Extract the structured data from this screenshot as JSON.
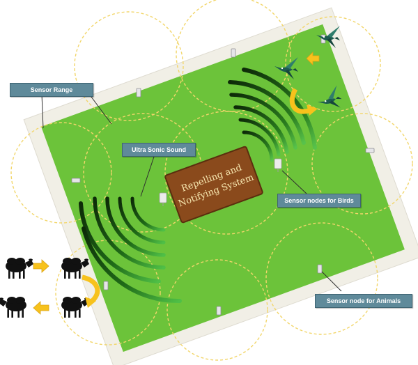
{
  "labels": {
    "sensor_range": "Sensor Range",
    "ultra_sonic_sound": "Ultra Sonic Sound",
    "system_line1": "Repelling and",
    "system_line2": "Notifying System",
    "sensor_nodes_birds": "Sensor nodes for Birds",
    "sensor_node_animals": "Sensor node for Animals"
  },
  "colors": {
    "field_green": "#6cc33a",
    "field_border": "#f1efe6",
    "sensor_range_circle": "#f2d66a",
    "callout_bg": "#5f8a9a",
    "system_box": "#8a4a1c",
    "wave_dark": "#0d2a08",
    "wave_light": "#42ad3e",
    "arrow_fill": "#f7c21c"
  },
  "icons": [
    "sheep-icon",
    "hummingbird-icon",
    "sensor-node-icon",
    "arrow-right-icon",
    "arrow-curved-icon",
    "ultrasonic-wave-icon"
  ]
}
